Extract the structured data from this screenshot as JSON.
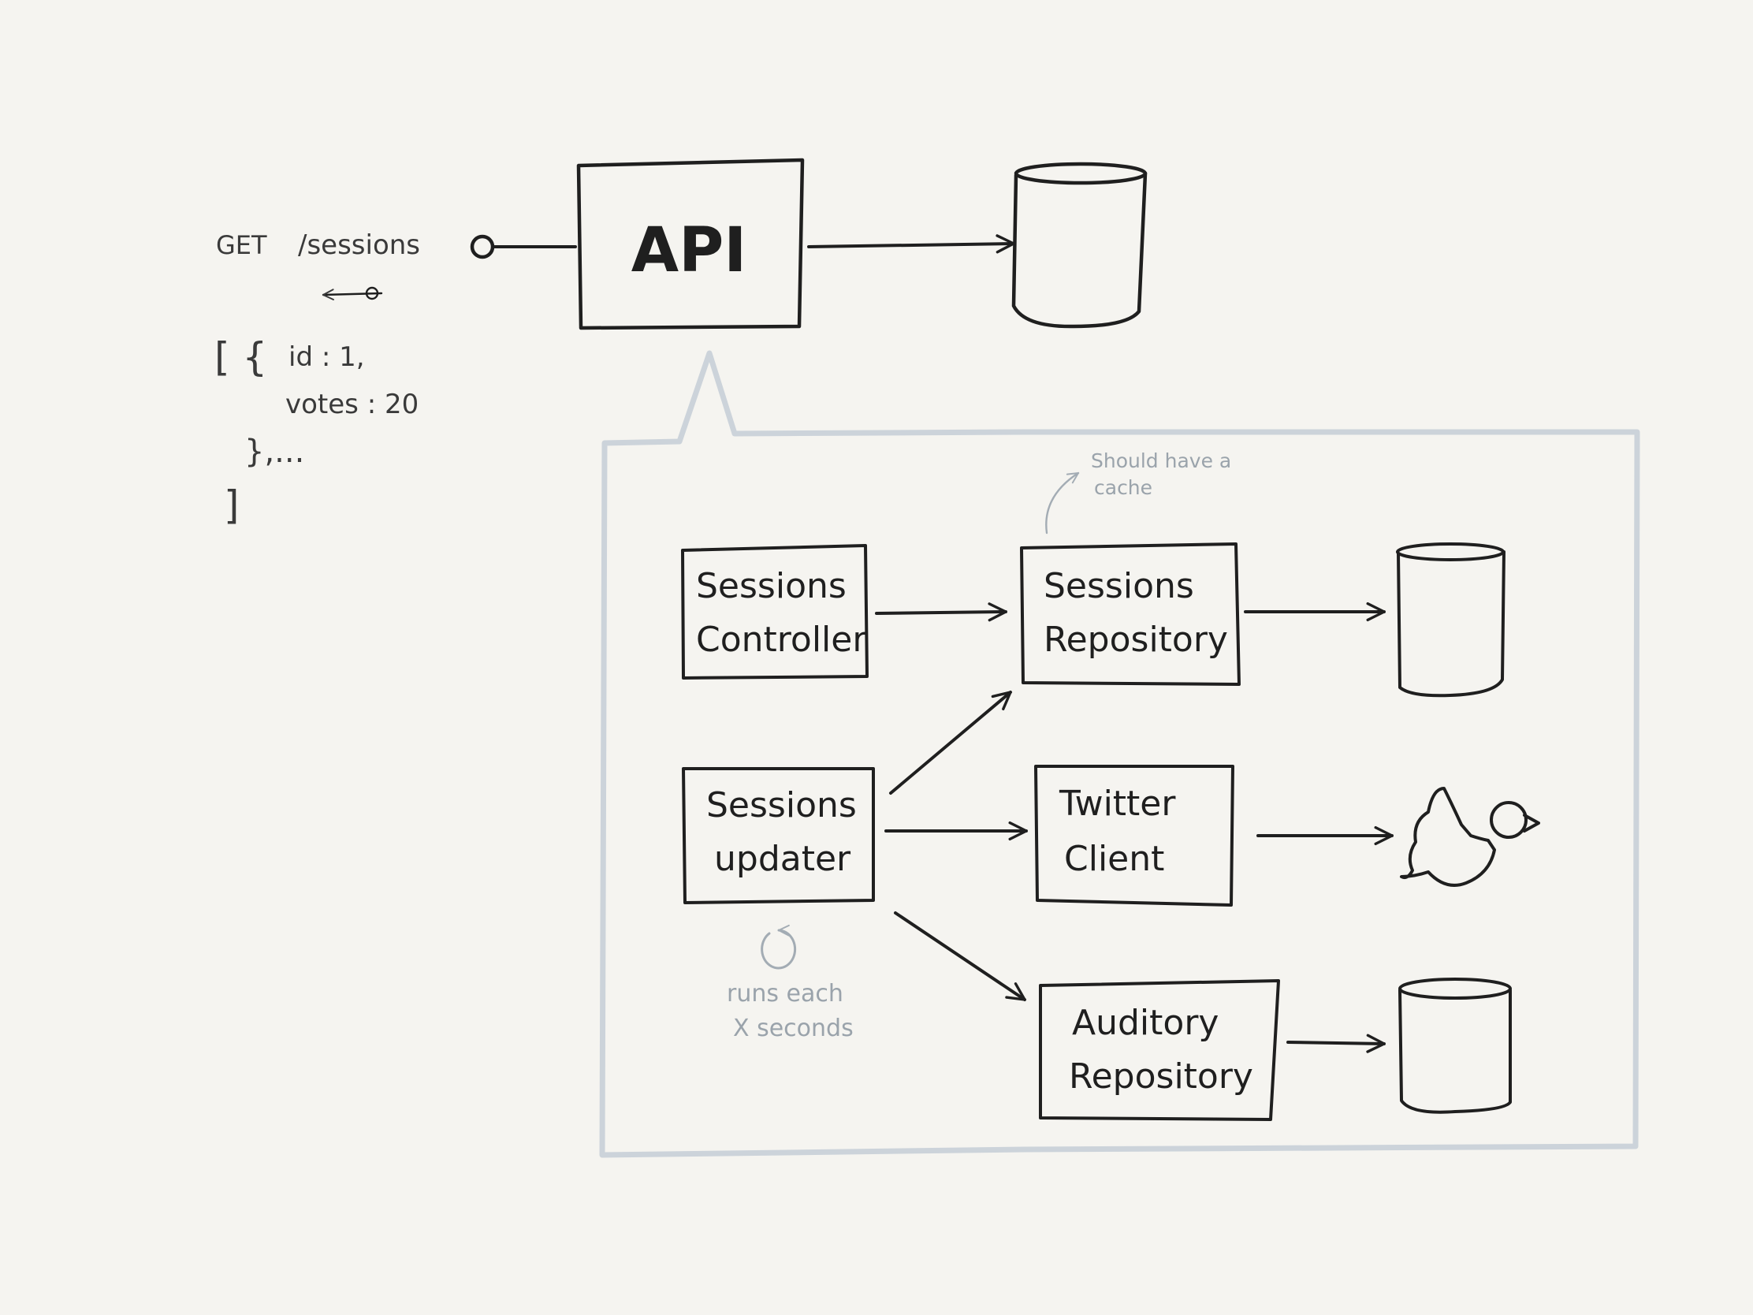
{
  "request": {
    "method": "GET",
    "path": "/sessions"
  },
  "response": {
    "line1_bracket": "[ {",
    "line1_field": "id : 1,",
    "line2_field": "votes :  20",
    "line3": "},...",
    "line4": "]"
  },
  "api": {
    "label": "API"
  },
  "components": {
    "sessions_controller": [
      "Sessions",
      "Controller"
    ],
    "sessions_repository": [
      "Sessions",
      "Repository"
    ],
    "sessions_updater": [
      "Sessions",
      "updater"
    ],
    "twitter_client": [
      "Twitter",
      "Client"
    ],
    "auditory_repository": [
      "Auditory",
      "Repository"
    ]
  },
  "notes": {
    "cache_line1": "Should have a",
    "cache_line2": "cache",
    "runs_line1": "runs each",
    "runs_line2": "X   seconds"
  },
  "icons": [
    "database-icon",
    "twitter-bird-icon",
    "refresh-loop-icon"
  ],
  "colors": {
    "background": "#f5f4f0",
    "ink": "#1f1f1f",
    "callout_border": "#ccd3da",
    "note_text": "#9aa3ab"
  }
}
